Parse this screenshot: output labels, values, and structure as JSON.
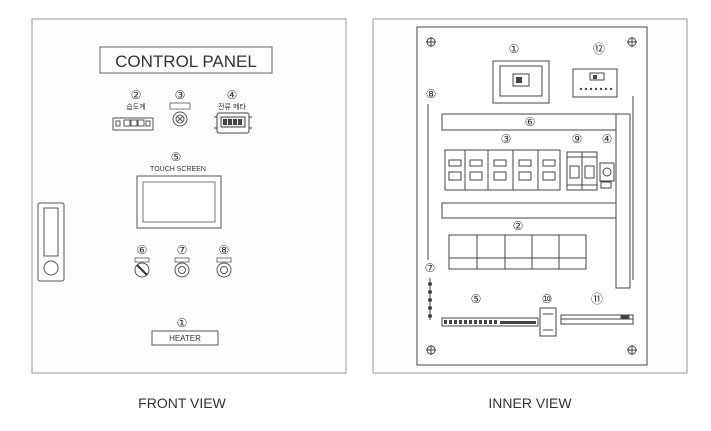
{
  "front": {
    "title": "CONTROL PANEL",
    "view_label": "FRONT VIEW",
    "callouts": [
      {
        "num": "②",
        "text": "습도계"
      },
      {
        "num": "③",
        "text": ""
      },
      {
        "num": "④",
        "text": "전류 메타"
      },
      {
        "num": "⑤",
        "text": "TOUCH SCREEN"
      },
      {
        "num": "⑥",
        "text": ""
      },
      {
        "num": "⑦",
        "text": ""
      },
      {
        "num": "⑧",
        "text": ""
      },
      {
        "num": "①",
        "text": ""
      }
    ],
    "heater_label": "HEATER"
  },
  "inner": {
    "view_label": "INNER VIEW",
    "callouts": [
      "①",
      "⑫",
      "⑧",
      "⑥",
      "③",
      "⑨",
      "④",
      "②",
      "⑦",
      "⑤",
      "⑩",
      "⑪"
    ]
  },
  "colors": {
    "line": "#555555",
    "panel_border": "#aaaaaa",
    "text": "#333333"
  }
}
